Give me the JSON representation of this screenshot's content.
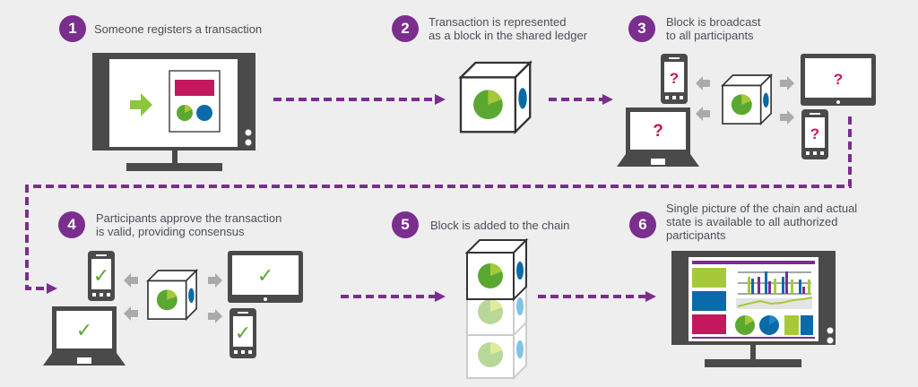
{
  "colors": {
    "purple": "#7a2e8e",
    "dark_gray": "#4a4a4a",
    "green": "#5aa832",
    "light_green": "#a6c93a",
    "blue": "#0b6aa8",
    "magenta": "#c4175e",
    "arrow_gray": "#aaaaaa",
    "faded_green": "#b8d89a",
    "faded_blue": "#7fc3e8"
  },
  "steps": [
    {
      "number": "1",
      "text_lines": [
        "Someone registers a transaction"
      ]
    },
    {
      "number": "2",
      "text_lines": [
        "Transaction is represented",
        "as a block in the shared ledger"
      ]
    },
    {
      "number": "3",
      "text_lines": [
        "Block is broadcast",
        "to all participants"
      ]
    },
    {
      "number": "4",
      "text_lines": [
        "Participants approve the transaction",
        "is valid, providing consensus"
      ]
    },
    {
      "number": "5",
      "text_lines": [
        "Block is added to the chain"
      ]
    },
    {
      "number": "6",
      "text_lines": [
        "Single picture of the chain and actual",
        "state is available to all authorized",
        "participants"
      ]
    }
  ],
  "glyphs": {
    "question": "?",
    "check": "✓"
  },
  "icons": {
    "step1": "monitor-with-document-icon",
    "step2": "block-cube-icon",
    "step3": "broadcast-devices-icon",
    "step4": "approval-devices-icon",
    "step5": "chain-blocks-icon",
    "step6": "dashboard-monitor-icon"
  }
}
